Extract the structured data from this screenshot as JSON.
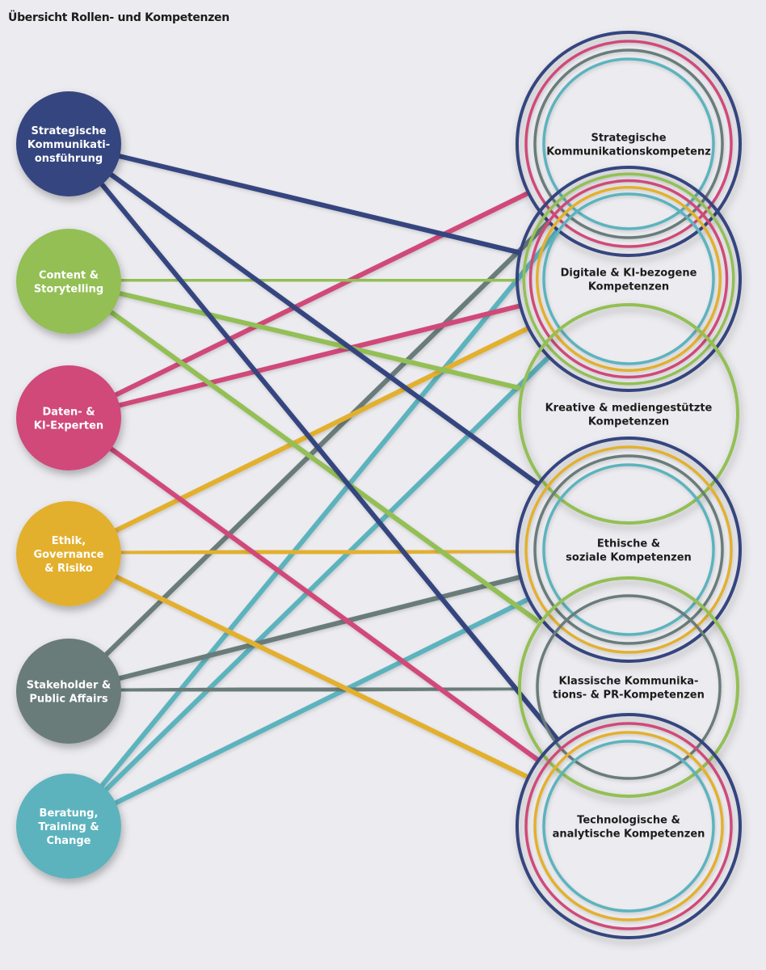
{
  "title": "Übersicht Rollen- und Kompetenzen",
  "roles": [
    {
      "lines": [
        "Strategische",
        "Kommunikati-",
        "onsführung"
      ],
      "color": "#34457f"
    },
    {
      "lines": [
        "Content &",
        "Storytelling"
      ],
      "color": "#93bf55"
    },
    {
      "lines": [
        "Daten- &",
        "KI-Experten"
      ],
      "color": "#d04a78"
    },
    {
      "lines": [
        "Ethik,",
        "Governance",
        "& Risiko"
      ],
      "color": "#e3b02f"
    },
    {
      "lines": [
        "Stakeholder &",
        "Public Affairs"
      ],
      "color": "#697b7a"
    },
    {
      "lines": [
        "Beratung,",
        "Training &",
        "Change"
      ],
      "color": "#5cb3bd"
    }
  ],
  "competences": [
    {
      "lines": [
        "Strategische",
        "Kommunikationskompetenz"
      ],
      "roles": [
        0,
        2,
        4,
        5
      ]
    },
    {
      "lines": [
        "Digitale & KI-bezogene",
        "Kompetenzen"
      ],
      "roles": [
        0,
        1,
        2,
        3,
        5
      ]
    },
    {
      "lines": [
        "Kreative & mediengestützte",
        "Kompetenzen"
      ],
      "roles": [
        1
      ]
    },
    {
      "lines": [
        "Ethische &",
        "soziale Kompetenzen"
      ],
      "roles": [
        0,
        3,
        4,
        5
      ]
    },
    {
      "lines": [
        "Klassische Kommunika-",
        "tions- & PR-Kompetenzen"
      ],
      "roles": [
        1,
        4
      ]
    },
    {
      "lines": [
        "Technologische &",
        "analytische Kompetenzen"
      ],
      "roles": [
        0,
        2,
        3,
        5
      ]
    }
  ]
}
